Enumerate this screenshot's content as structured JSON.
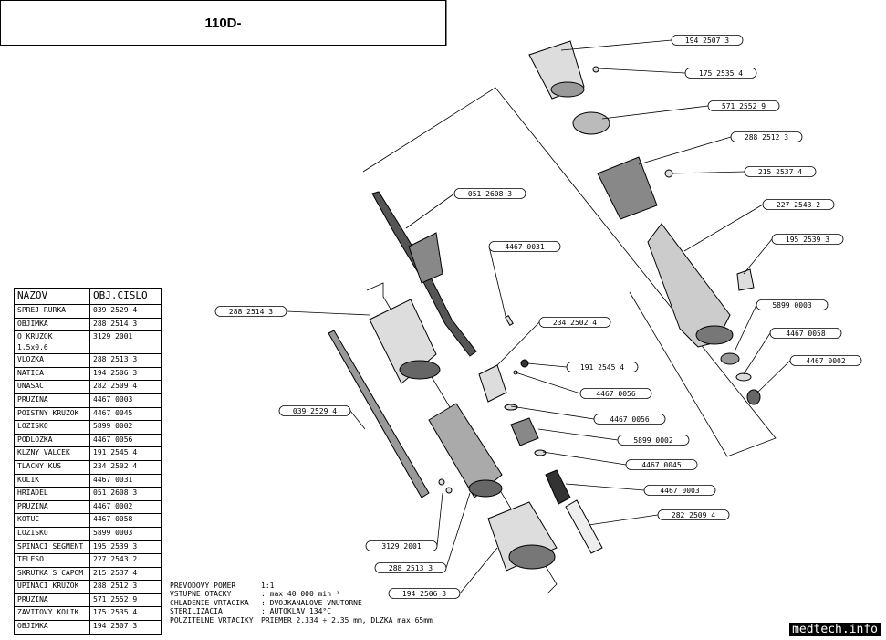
{
  "title": "110D-",
  "table": {
    "headers": [
      "NAZOV",
      "OBJ.CISLO"
    ],
    "rows": [
      [
        "SPREJ RURKA",
        "039 2529 4"
      ],
      [
        "OBJIMKA",
        "288 2514 3"
      ],
      [
        "O KRUZOK\n1.5x0.6",
        "3129 2001"
      ],
      [
        "VLOZKA",
        "288 2513 3"
      ],
      [
        "NATICA",
        "194 2506 3"
      ],
      [
        "UNASAC",
        "282 2509 4"
      ],
      [
        "PRUZINA",
        "4467 0003"
      ],
      [
        "POISTNY KRUZOK",
        "4467 0045"
      ],
      [
        "LOZISKO",
        "5899 0002"
      ],
      [
        "PODLOZKA",
        "4467 0056"
      ],
      [
        "KLZNY VALCEK",
        "191 2545 4"
      ],
      [
        "TLACNY KUS",
        "234 2502 4"
      ],
      [
        "KOLIK",
        "4467 0031"
      ],
      [
        "HRIADEL",
        "051 2608 3"
      ],
      [
        "PRUZINA",
        "4467 0002"
      ],
      [
        "KOTUC",
        "4467 0058"
      ],
      [
        "LOZISKO",
        "5899 0003"
      ],
      [
        "SPINACI SEGMENT",
        "195 2539 3"
      ],
      [
        "TELESO",
        "227 2543 2"
      ],
      [
        "SKRUTKA S CAPOM",
        "215 2537 4"
      ],
      [
        "UPINACI KRUZOK",
        "288 2512 3"
      ],
      [
        "PRUZINA",
        "571 2552 9"
      ],
      [
        "ZAVITOVY KOLIK",
        "175 2535 4"
      ],
      [
        "OBJIMKA",
        "194 2507 3"
      ]
    ]
  },
  "callouts": [
    "194 2507 3",
    "175 2535 4",
    "571 2552 9",
    "288 2512 3",
    "215 2537 4",
    "227 2543 2",
    "195 2539 3",
    "5899 0003",
    "4467 0058",
    "4467 0002",
    "051 2608 3",
    "4467 0031",
    "234 2502 4",
    "191 2545 4",
    "4467 0056",
    "4467 0056",
    "5899 0002",
    "4467 0045",
    "4467 0003",
    "282 2509 4",
    "288 2514 3",
    "039 2529 4",
    "3129 2001",
    "288 2513 3",
    "194 2506 3"
  ],
  "notes": [
    {
      "key": "PREVODOVY POMER",
      "value": "1:1"
    },
    {
      "key": "VSTUPNE OTACKY",
      "value": ": max 40 000 min⁻¹"
    },
    {
      "key": "CHLADENIE VRTACIKA",
      "value": ": DVOJKANALOVE VNUTORNE"
    },
    {
      "key": "STERILIZACIA",
      "value": ": AUTOKLAV 134°C"
    },
    {
      "key": "POUZITELNE VRTACIKY",
      "value": "PRIEMER 2.334 ÷ 2.35 mm, DLZKA max 65mm"
    }
  ],
  "watermark": "medtech.info"
}
